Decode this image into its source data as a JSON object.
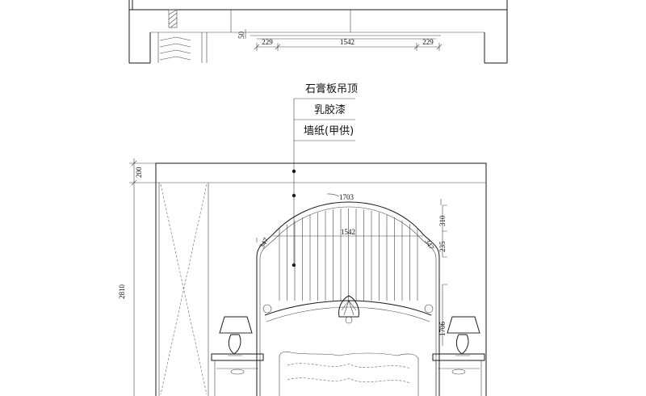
{
  "drawing": {
    "plan_dims": {
      "left": "229",
      "middle": "1542",
      "right": "229",
      "depth": "50"
    },
    "notes": [
      "石膏板吊顶",
      "乳胶漆",
      "墙纸(甲供)"
    ],
    "elev_dims": {
      "ceiling_drop": "200",
      "total_height": "2810",
      "arc_length": "1703",
      "headboard_width": "1542",
      "left_radius": "347",
      "right_radius": "347",
      "crown_height": "310",
      "shoulder_height": "235",
      "post_height": "1706"
    }
  }
}
